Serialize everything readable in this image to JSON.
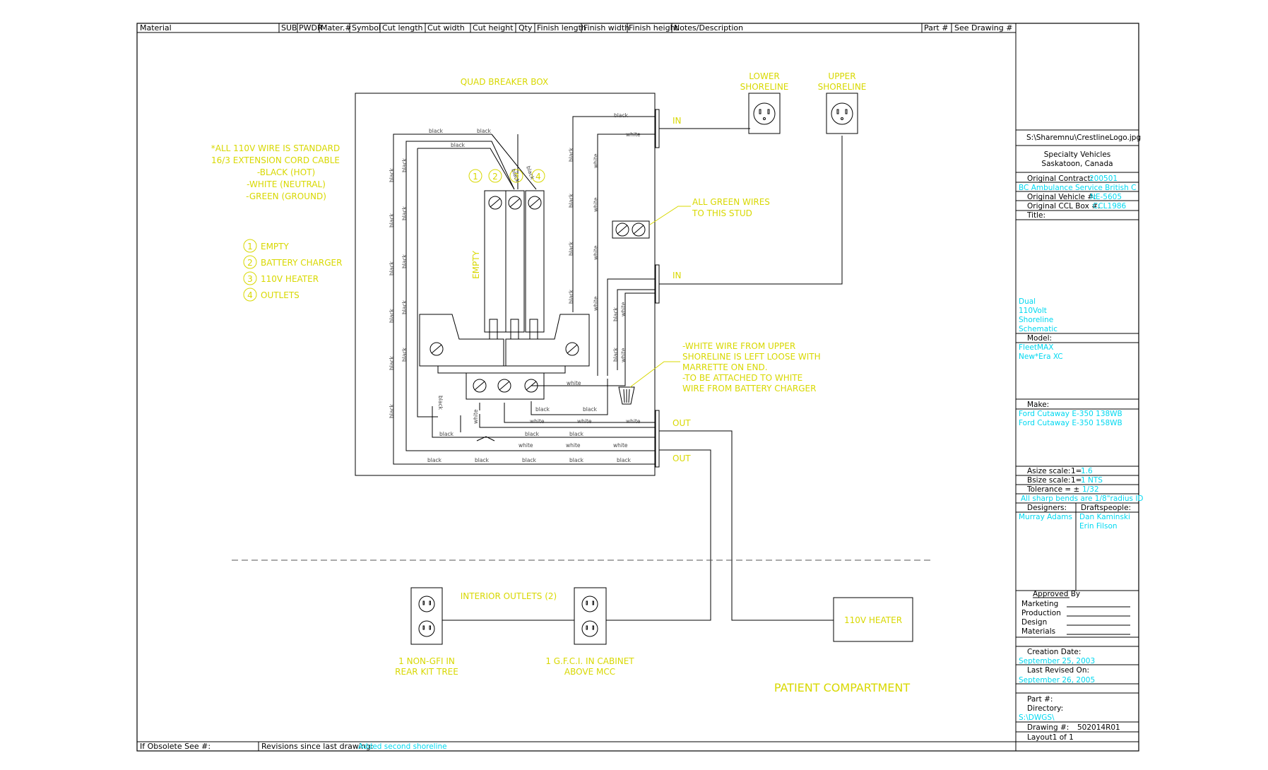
{
  "header": {
    "cols": [
      "Material",
      "SUB",
      "PWDR",
      "Mater.#",
      "Symbol",
      "Cut length",
      "Cut width",
      "Cut height",
      "Qty",
      "Finish length",
      "Finish width",
      "Finish height",
      "Notes/Description"
    ],
    "part": "Part #",
    "see_drawing": "See Drawing #"
  },
  "footer": {
    "obsolete": "If Obsolete See #:",
    "revisions_label": "Revisions since last drawing:",
    "revisions_value": "Added second shoreline"
  },
  "schematic": {
    "breaker_box_title": "QUAD BREAKER BOX",
    "lower_shoreline": [
      "LOWER",
      "SHORELINE"
    ],
    "upper_shoreline": [
      "UPPER",
      "SHORELINE"
    ],
    "in_label": "IN",
    "out_label": "OUT",
    "wire_note": [
      "*ALL 110V WIRE IS STANDARD",
      "16/3 EXTENSION CORD CABLE",
      "-BLACK (HOT)",
      "-WHITE (NEUTRAL)",
      "-GREEN (GROUND)"
    ],
    "legend": [
      {
        "num": "1",
        "label": "EMPTY"
      },
      {
        "num": "2",
        "label": "BATTERY CHARGER"
      },
      {
        "num": "3",
        "label": "110V HEATER"
      },
      {
        "num": "4",
        "label": "OUTLETS"
      }
    ],
    "empty_label": "EMPTY",
    "green_note": [
      "ALL GREEN WIRES",
      "TO THIS STUD"
    ],
    "white_note": [
      "-WHITE WIRE FROM UPPER",
      "SHORELINE IS LEFT LOOSE WITH",
      "MARRETTE ON END.",
      "-TO BE ATTACHED TO WHITE",
      "WIRE FROM BATTERY CHARGER"
    ],
    "wire_black": "black",
    "wire_white": "white",
    "interior_outlets": "INTERIOR OUTLETS (2)",
    "outlet1": [
      "1 NON-GFI IN",
      "REAR KIT TREE"
    ],
    "outlet2": [
      "1 G.F.C.I. IN CABINET",
      "ABOVE MCC"
    ],
    "heater": "110V HEATER",
    "patient": "PATIENT COMPARTMENT"
  },
  "title_block": {
    "logo_path": "S:\\Sharemnu\\CrestlineLogo.jpg",
    "company": [
      "Specialty Vehicles",
      "Saskatoon, Canada"
    ],
    "orig_contract_label": "Original Contract:",
    "orig_contract_value": "200501",
    "customer": "BC Ambulance Service British C",
    "orig_vehicle_label": "Original Vehicle #:",
    "orig_vehicle_value": "NE-5605",
    "orig_ccl_label": "Original CCL Box #:",
    "orig_ccl_value": "CCL1986",
    "title_label": "Title:",
    "title_value": [
      "Dual",
      "110Volt",
      "Shoreline",
      "Schematic"
    ],
    "model_label": "Model:",
    "model_value": [
      "FleetMAX",
      "New*Era XC"
    ],
    "make_label": "Make:",
    "make_value": [
      "Ford Cutaway E-350 138WB",
      "Ford Cutaway E-350 158WB"
    ],
    "asize_label": "Asize scale:",
    "asize_value": "1=",
    "asize_value2": "1.6",
    "bsize_label": "Bsize scale:",
    "bsize_value": "1=",
    "bsize_value2": "1   NTS",
    "tolerance_label": "Tolerance = ±",
    "tolerance_value": "1/32",
    "bends_note": "All sharp bends are 1/8\"radius ID",
    "designers_label": "Designers:",
    "designers_value": "Murray Adams",
    "draftspeople_label": "Draftspeople:",
    "draftspeople_value": [
      "Dan Kaminski",
      "Erin Filson"
    ],
    "approved_by": "Approved By",
    "approvals": [
      "Marketing",
      "Production",
      "Design",
      "Materials"
    ],
    "creation_label": "Creation Date:",
    "creation_value": "September 25, 2003",
    "revised_label": "Last Revised On:",
    "revised_value": "September 26, 2005",
    "part_label": "Part #:",
    "directory_label": "Directory:",
    "directory_value": "S:\\DWGS\\",
    "drawing_label": "Drawing #:",
    "drawing_value": "502014R01",
    "layout_label": "Layout1 of 1"
  }
}
